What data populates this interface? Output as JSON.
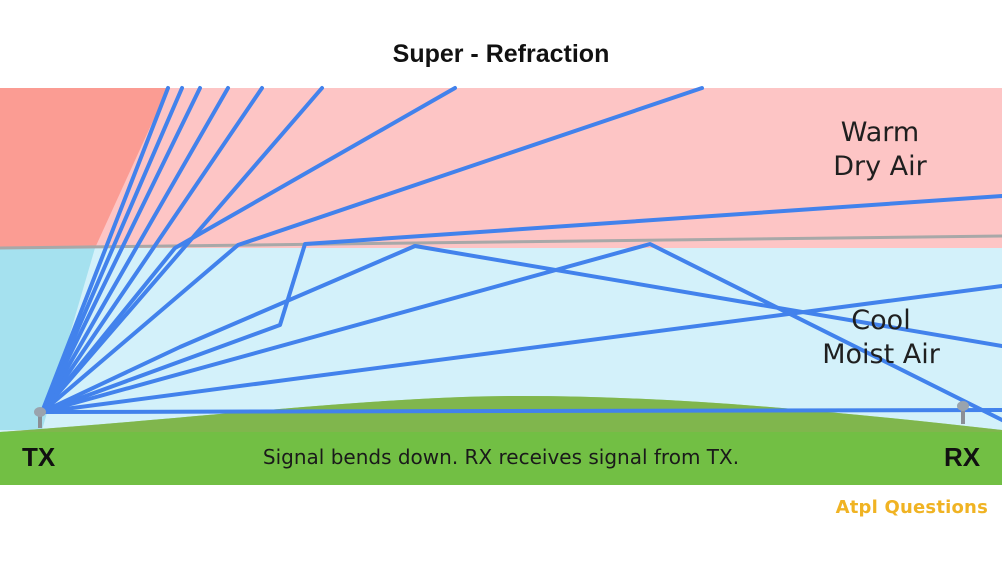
{
  "title": "Super - Refraction",
  "layers": {
    "upper": {
      "label_line1": "Warm",
      "label_line2": "Dry Air",
      "color": "#fdc5c5",
      "accent": "#fb9c93"
    },
    "lower": {
      "label_line1": "Cool",
      "label_line2": "Moist Air",
      "color": "#d3f1fa",
      "accent": "#a5e1ef"
    }
  },
  "ground": {
    "color": "#72bf44",
    "hill_color": "#8bb053"
  },
  "ray_color": "#4282ec",
  "transmitter": {
    "label": "TX",
    "icon": "antenna-icon"
  },
  "receiver": {
    "label": "RX",
    "icon": "antenna-icon"
  },
  "caption": "Signal bends down. RX receives signal from TX.",
  "logo": {
    "text": "Atpl Questions"
  }
}
